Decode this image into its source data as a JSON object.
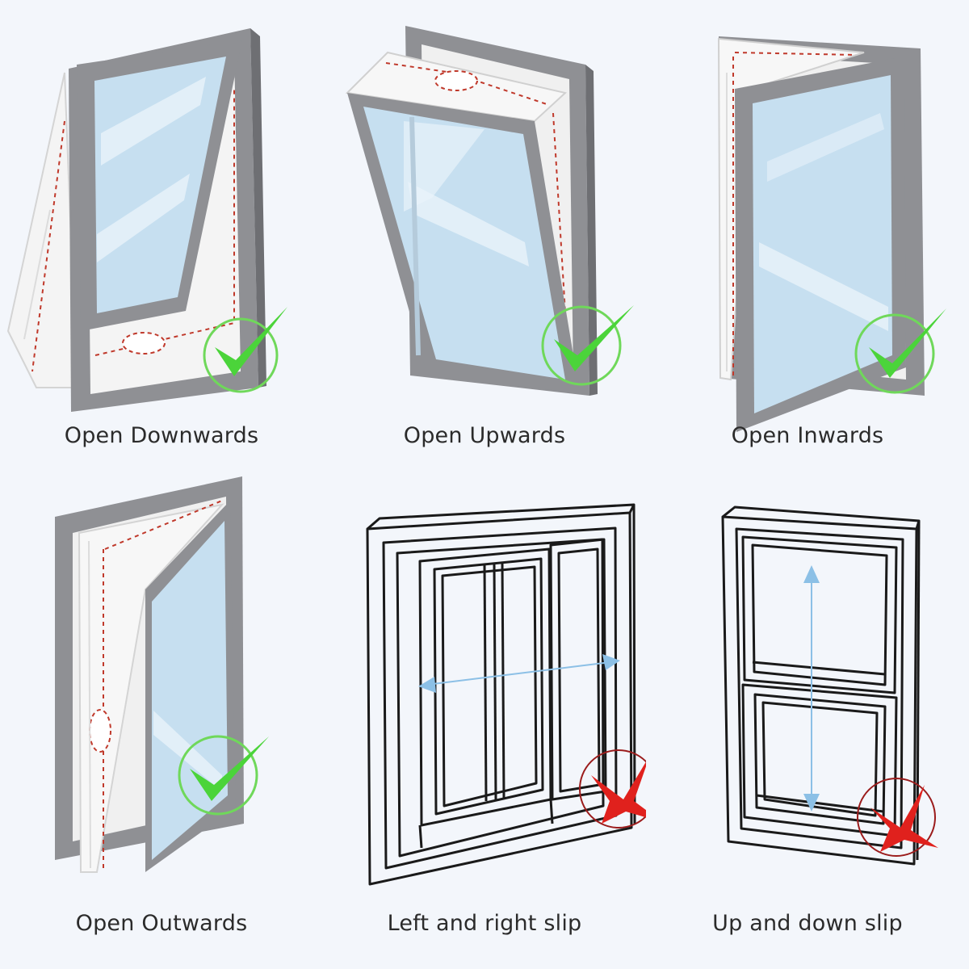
{
  "panels": [
    {
      "id": "open-downwards",
      "label": "Open Downwards",
      "status": "supported",
      "status_icon": "check-icon"
    },
    {
      "id": "open-upwards",
      "label": "Open Upwards",
      "status": "supported",
      "status_icon": "check-icon"
    },
    {
      "id": "open-inwards",
      "label": "Open Inwards",
      "status": "supported",
      "status_icon": "check-icon"
    },
    {
      "id": "open-outwards",
      "label": "Open Outwards",
      "status": "supported",
      "status_icon": "check-icon"
    },
    {
      "id": "left-and-right-slip",
      "label": "Left and right slip",
      "status": "not-supported",
      "status_icon": "cross-icon"
    },
    {
      "id": "up-and-down-slip",
      "label": "Up and down slip",
      "status": "not-supported",
      "status_icon": "cross-icon"
    }
  ],
  "colors": {
    "frame": "#8f9094",
    "frame_light": "#b9babe",
    "glass": "#c6dff0",
    "seal_cloth": "#f7f7f7",
    "dotted_seam": "#c0392b",
    "check": "#4bd43a",
    "check_ring": "#6fd85a",
    "cross": "#e0211d",
    "cross_ring": "#9b1c1c",
    "arrow": "#8cc0e6"
  }
}
